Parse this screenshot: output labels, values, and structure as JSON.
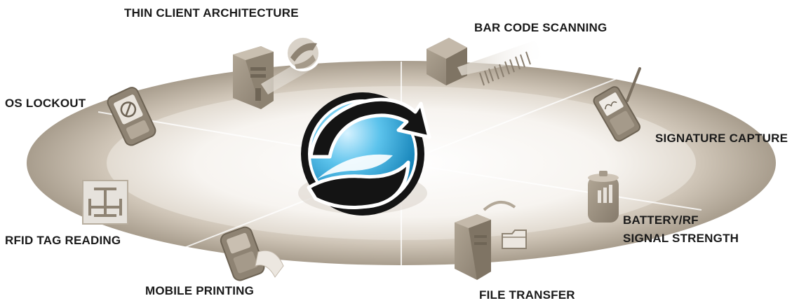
{
  "features": {
    "thin_client": "THIN CLIENT ARCHITECTURE",
    "bar_code": "BAR CODE SCANNING",
    "os_lockout": "OS LOCKOUT",
    "signature": "SIGNATURE CAPTURE",
    "battery_line1": "BATTERY/RF",
    "battery_line2": "SIGNAL STRENGTH",
    "rfid": "RFID TAG READING",
    "mobile_printing": "MOBILE PRINTING",
    "file_transfer": "FILE TRANSFER"
  },
  "icons": [
    "server-icon",
    "globe-icon",
    "barcode-scanner-icon",
    "handheld-device-icon",
    "stylus-device-icon",
    "battery-icon",
    "rfid-tag-icon",
    "mobile-printer-icon",
    "file-server-icon",
    "folder-icon",
    "logo-icon"
  ],
  "colors": {
    "ring": "#c3b9ab",
    "ring_dark": "#a59a8a",
    "logo_blue": "#2aa8de",
    "logo_black": "#141414",
    "text": "#1a1a1a"
  }
}
